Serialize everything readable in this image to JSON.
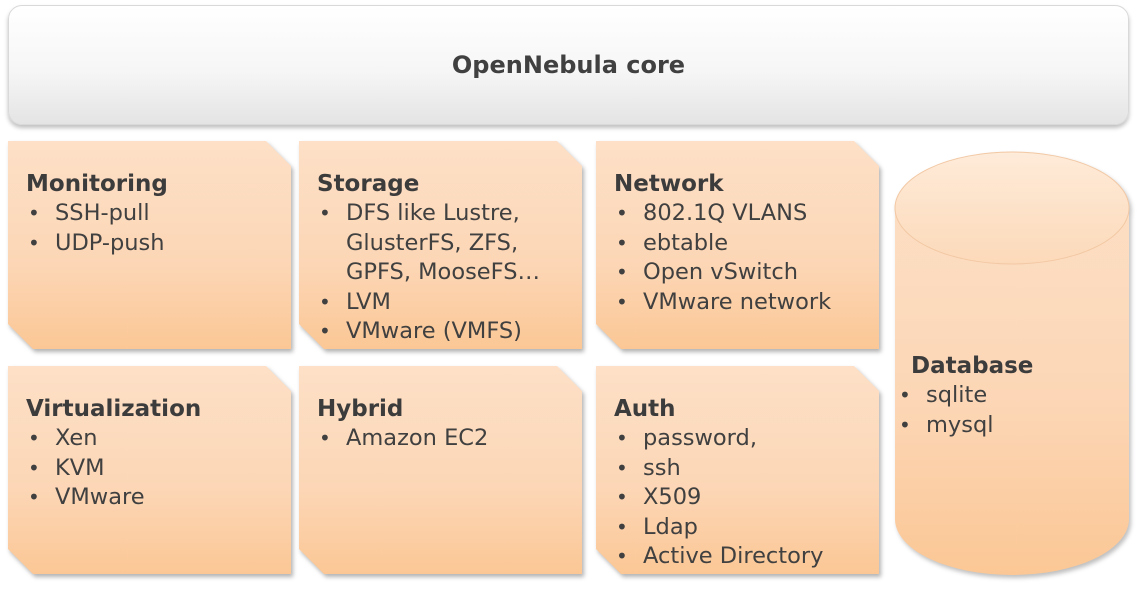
{
  "core": {
    "title": "OpenNebula core"
  },
  "modules": [
    {
      "title": "Monitoring",
      "items": [
        "SSH-pull",
        "UDP-push"
      ]
    },
    {
      "title": "Storage",
      "items": [
        "DFS like Lustre,",
        "GlusterFS, ZFS,",
        "GPFS, MooseFS…",
        "LVM",
        "VMware (VMFS)"
      ]
    },
    {
      "title": "Network",
      "items": [
        "802.1Q VLANS",
        "ebtable",
        "Open vSwitch",
        "VMware network"
      ]
    },
    {
      "title": "Virtualization",
      "items": [
        "Xen",
        "KVM",
        "VMware"
      ]
    },
    {
      "title": "Hybrid",
      "items": [
        "Amazon EC2"
      ]
    },
    {
      "title": "Auth",
      "items": [
        "password,",
        "ssh",
        "X509",
        "Ldap",
        "Active Directory"
      ]
    }
  ],
  "database": {
    "title": "Database",
    "items": [
      "sqlite",
      "mysql"
    ]
  },
  "colors": {
    "box_fill_top": "#fde0c7",
    "box_fill_bottom": "#fbc795",
    "core_fill": "#f2f2f2",
    "text": "#404040"
  }
}
